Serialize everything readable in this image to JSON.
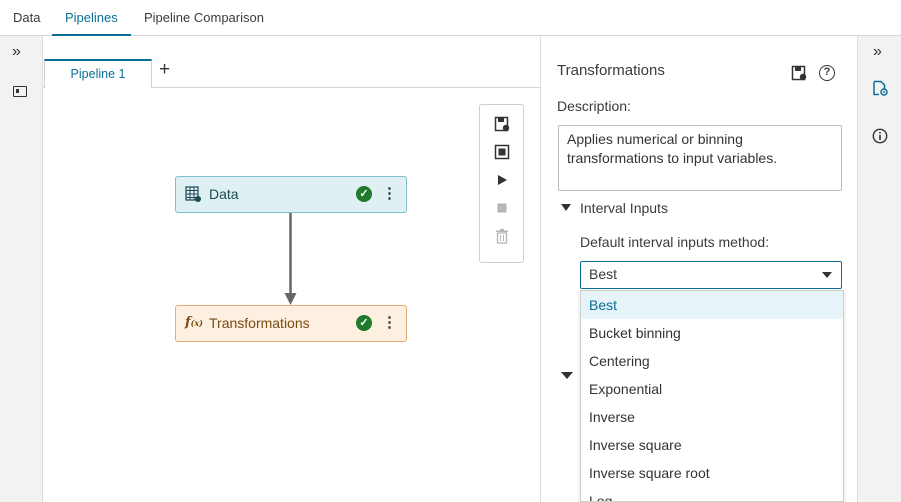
{
  "nav": {
    "tabs": [
      {
        "label": "Data"
      },
      {
        "label": "Pipelines"
      },
      {
        "label": "Pipeline Comparison"
      }
    ]
  },
  "pipeline_tabs": {
    "active_label": "Pipeline 1",
    "add_label": "+"
  },
  "rails": {
    "expand_glyph": "»"
  },
  "canvas": {
    "nodes": [
      {
        "label": "Data",
        "icon": "table-icon",
        "status": "success"
      },
      {
        "label": "Transformations",
        "icon": "function-icon",
        "status": "success"
      }
    ],
    "node_menu_glyph": "⋮",
    "toolbox_icons": [
      "save-icon",
      "select-icon",
      "run-icon",
      "stop-icon",
      "delete-icon"
    ]
  },
  "properties": {
    "title": "Transformations",
    "description_label": "Description:",
    "description_text": "Applies numerical or binning transformations to input variables.",
    "section_label": "Interval Inputs",
    "method_label": "Default interval inputs method:",
    "method_value": "Best",
    "method_options": [
      "Best",
      "Bucket binning",
      "Centering",
      "Exponential",
      "Inverse",
      "Inverse square",
      "Inverse square root",
      "Log"
    ]
  },
  "colors": {
    "accent": "#0a6e98",
    "success": "#1f7a2b",
    "data_node_bg": "#dff0f3",
    "transform_node_bg": "#fdf0e0"
  }
}
